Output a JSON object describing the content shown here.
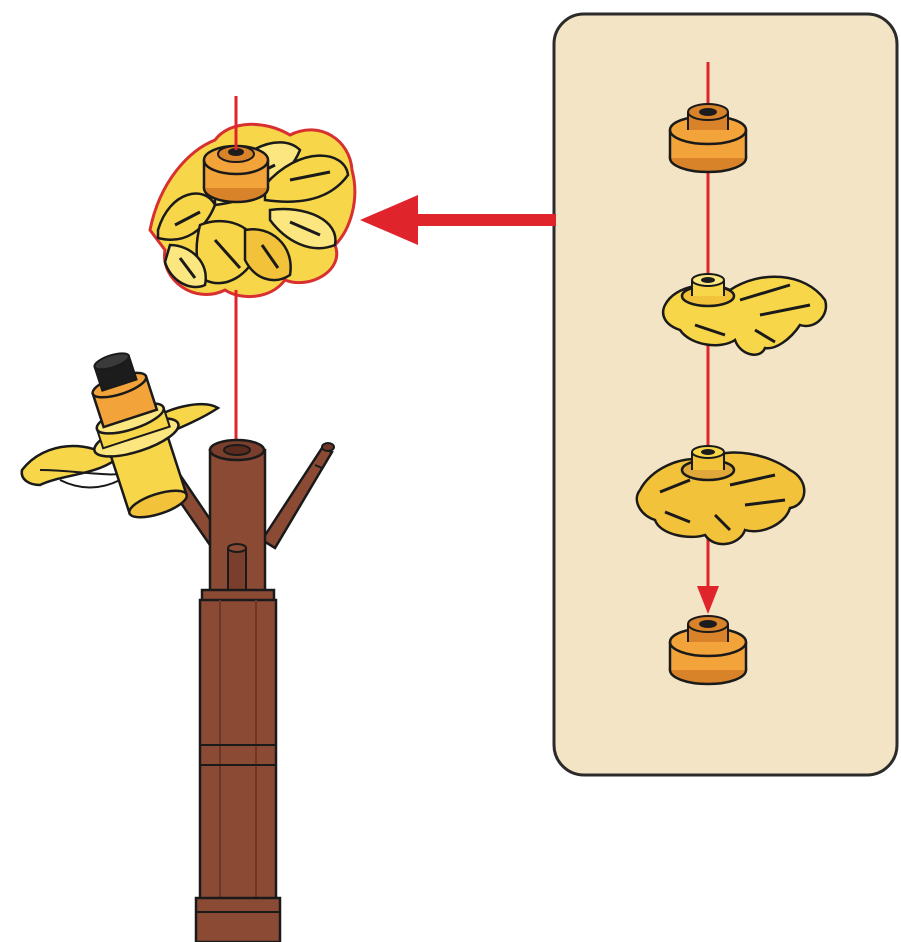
{
  "colors": {
    "background": "#ffffff",
    "callout_fill": "#f3e4c6",
    "callout_border": "#2b2b2b",
    "arrow_red": "#e0242b",
    "outline": "#1a1a1a",
    "stem_brown": "#8a4a34",
    "stem_dark": "#6e3626",
    "petal_yellow": "#f7d64a",
    "petal_light": "#fbe680",
    "orange_part": "#f2a33a",
    "orange_dark": "#d8822a",
    "black_part": "#1c1c1c"
  },
  "icons": {
    "callout_panel": "sub-assembly-callout-panel",
    "insert_arrow": "red-insertion-arrow",
    "flower_head": "daffodil-flower-head",
    "stem": "brown-stem",
    "side_bud": "side-flower-bud"
  },
  "parts": [
    {
      "name": "orange-round-plate-top",
      "color": "orange"
    },
    {
      "name": "yellow-petal-plate-upper",
      "color": "yellow"
    },
    {
      "name": "yellow-petal-plate-lower",
      "color": "yellow"
    },
    {
      "name": "orange-round-plate-bottom",
      "color": "orange"
    }
  ]
}
